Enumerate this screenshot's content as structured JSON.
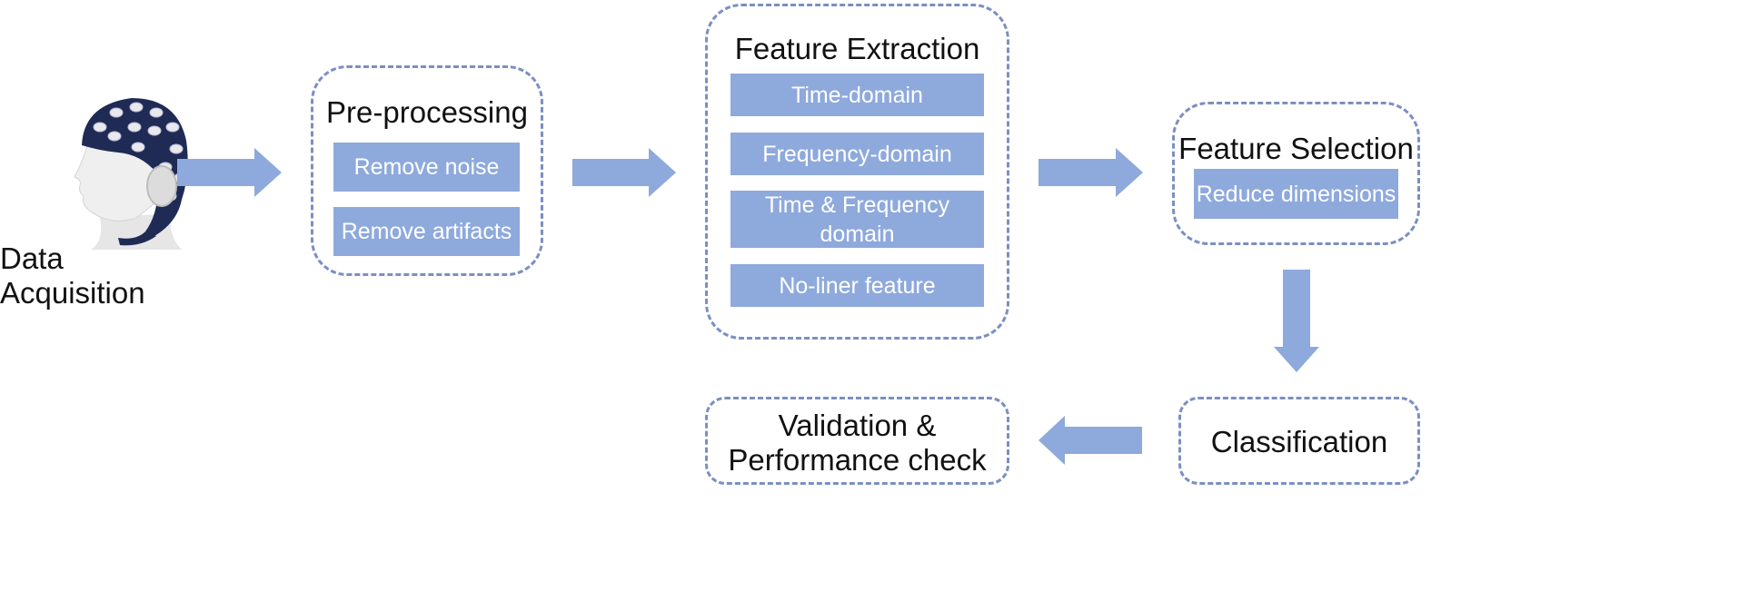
{
  "acquisition": {
    "label": "Data Acquisition",
    "image": "eeg-cap-head"
  },
  "preprocessing": {
    "title": "Pre-processing",
    "items": [
      "Remove noise",
      "Remove artifacts"
    ]
  },
  "feature_extraction": {
    "title": "Feature Extraction",
    "items": [
      "Time-domain",
      "Frequency-domain",
      "Time & Frequency\ndomain",
      "No-liner feature"
    ]
  },
  "feature_selection": {
    "title": "Feature Selection",
    "items": [
      "Reduce dimensions"
    ]
  },
  "classification": {
    "label": "Classification"
  },
  "validation": {
    "label": "Validation &\nPerformance check"
  },
  "colors": {
    "accent": "#8ea9dc",
    "border": "#7b8fc2",
    "cap": "#1f2a55"
  }
}
